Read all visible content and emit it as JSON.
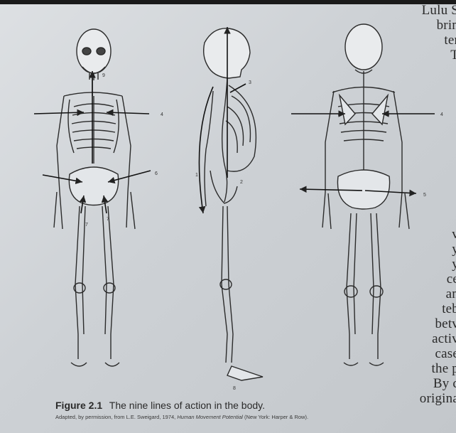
{
  "figure": {
    "label": "Figure 2.1",
    "title": "The nine lines of action in the body.",
    "source_prefix": "Adapted, by permission, from L.E. Sweigard, 1974,",
    "source_book": "Human Movement Potential",
    "source_suffix": "(New York: Harper & Row)."
  },
  "line_numbers": {
    "front_9": "9",
    "front_4": "4",
    "front_6": "6",
    "front_7a": "7",
    "front_7b": "7",
    "side_3": "3",
    "side_1": "1",
    "side_2": "2",
    "side_8": "8",
    "back_4": "4",
    "back_5": "5"
  },
  "side_text": {
    "lines": [
      "Lulu S",
      "brin",
      "ter",
      "T",
      "",
      "",
      "",
      "",
      "",
      "",
      "",
      "",
      "",
      "",
      "",
      "v",
      "y",
      "y",
      "ce",
      "an",
      "teb",
      "betv",
      "activ",
      "case",
      "the p",
      "By c",
      "origina"
    ]
  }
}
